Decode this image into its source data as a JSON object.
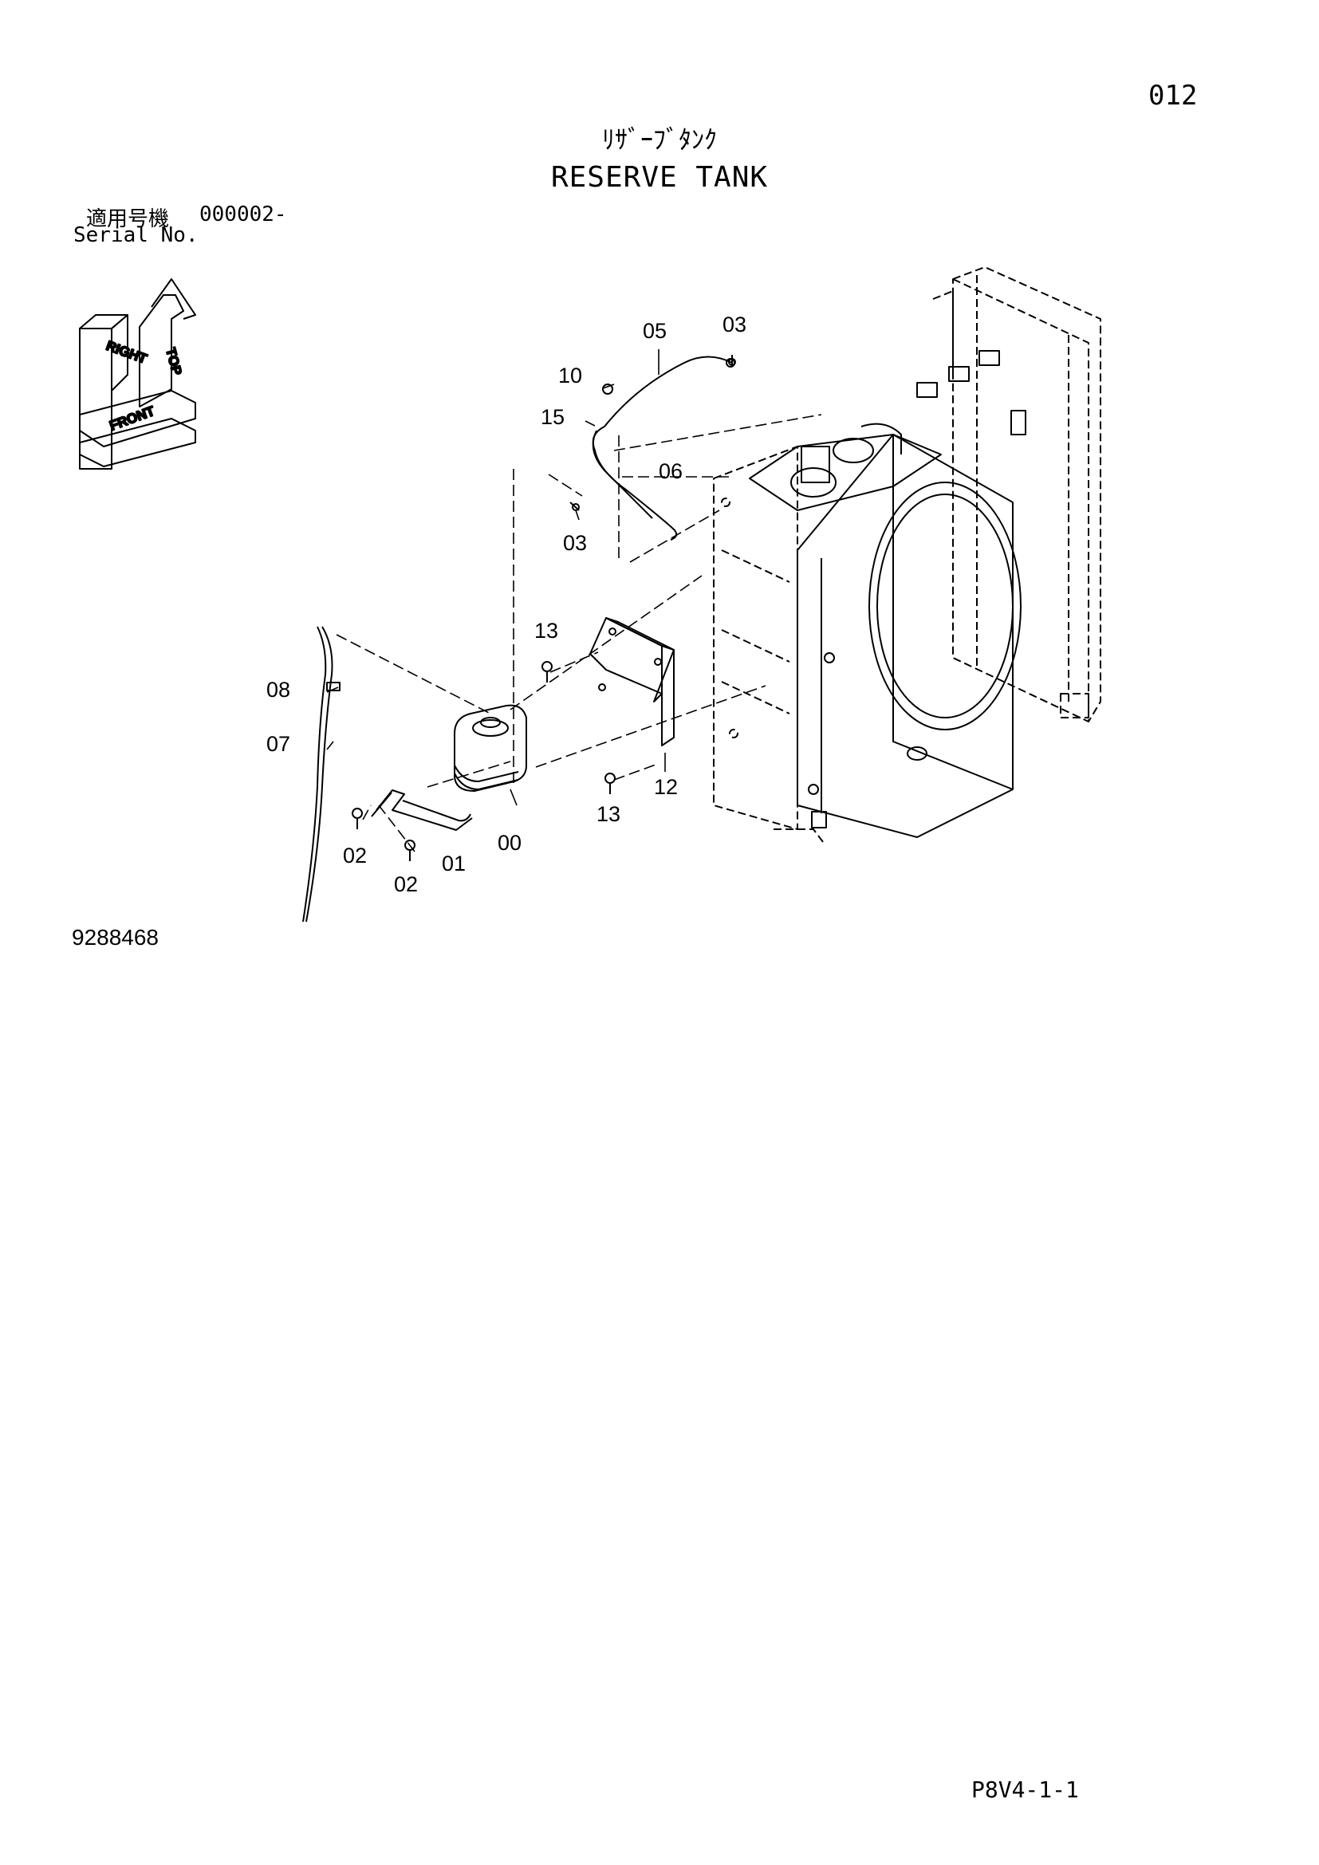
{
  "page_number": "012",
  "title_jp": "ﾘｻﾞｰﾌﾞﾀﾝｸ",
  "title_en": "RESERVE TANK",
  "serial": {
    "label_jp": "適用号機",
    "value": "000002-",
    "label_en": "Serial No."
  },
  "orientation": {
    "top": "TOP",
    "right": "RIGHT",
    "front": "FRONT"
  },
  "callouts": {
    "c00": "00",
    "c01": "01",
    "c02a": "02",
    "c02b": "02",
    "c03a": "03",
    "c03b": "03",
    "c05": "05",
    "c06": "06",
    "c07": "07",
    "c08": "08",
    "c10": "10",
    "c12": "12",
    "c13a": "13",
    "c13b": "13",
    "c15": "15"
  },
  "drawing_number": "9288468",
  "sheet_code": "P8V4-1-1",
  "icons": {
    "orientation": "orientation-cube-icon"
  }
}
